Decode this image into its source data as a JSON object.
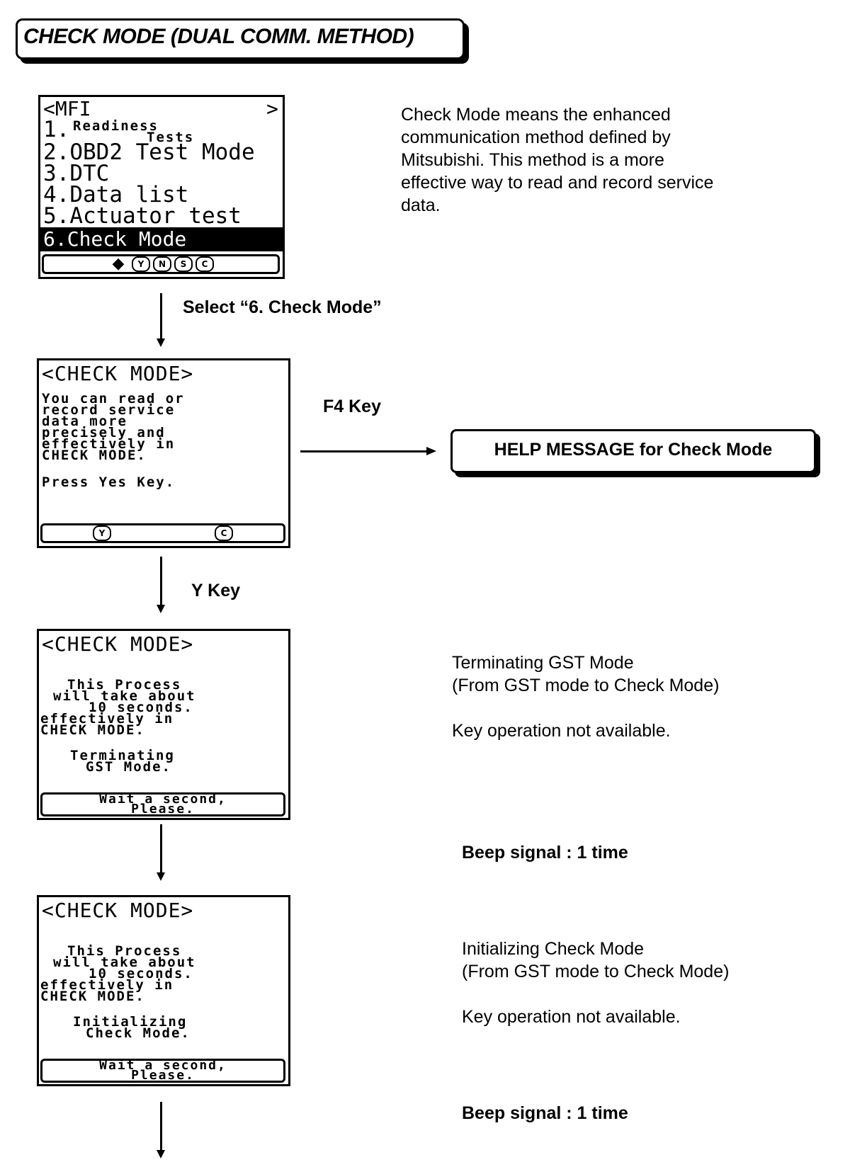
{
  "title": "CHECK MODE (DUAL COMM. METHOD)",
  "menu_screen": {
    "header_left": "<MFI",
    "header_right": ">",
    "items": [
      {
        "num": "1.",
        "label": "Readiness",
        "label2": "Tests"
      },
      {
        "num": "2.",
        "label": "OBD2 Test Mode"
      },
      {
        "num": "3.",
        "label": "DTC"
      },
      {
        "num": "4.",
        "label": "Data list"
      },
      {
        "num": "5.",
        "label": "Actuator test"
      },
      {
        "num": "6.",
        "label": "Check Mode"
      }
    ],
    "softkeys": [
      "arrows-icon",
      "Y",
      "N",
      "S",
      "C"
    ]
  },
  "description": "Check Mode means the enhanced communication  method defined by Mitsubishi. This method is a more effective way to read and record service data.",
  "step1_label": "Select “6. Check Mode”",
  "help_screen": {
    "header": "<CHECK MODE>",
    "lines": [
      "You can read or",
      "record service",
      "data more",
      "precisely and",
      "effectively in",
      "CHECK MODE."
    ],
    "prompt": "Press Yes Key.",
    "softkeys": [
      "Y",
      "C"
    ]
  },
  "f4_label": "F4 Key",
  "help_message": "HELP MESSAGE for Check Mode",
  "y_key_label": "Y Key",
  "terminating_screen": {
    "header": "<CHECK MODE>",
    "lines": [
      "This Process",
      "will take about",
      "10 seconds.",
      "effectively in",
      "CHECK MODE."
    ],
    "status": [
      "Terminating",
      "GST Mode."
    ],
    "wait": [
      "Wait a second,",
      "Please."
    ]
  },
  "terminating_desc": [
    "Terminating GST Mode",
    "(From GST mode to Check Mode)"
  ],
  "terminating_note": "Key operation not available.",
  "beep1": "Beep signal : 1 time",
  "initializing_screen": {
    "header": "<CHECK MODE>",
    "lines": [
      "This Process",
      "will take about",
      "10 seconds.",
      "effectively in",
      "CHECK MODE."
    ],
    "status": [
      "Initializing",
      "Check Mode."
    ],
    "wait": [
      "Wait a second,",
      "Please."
    ]
  },
  "initializing_desc": [
    "Initializing Check Mode",
    "(From GST mode to Check Mode)"
  ],
  "initializing_note": "Key operation not available.",
  "beep2": "Beep signal : 1 time"
}
